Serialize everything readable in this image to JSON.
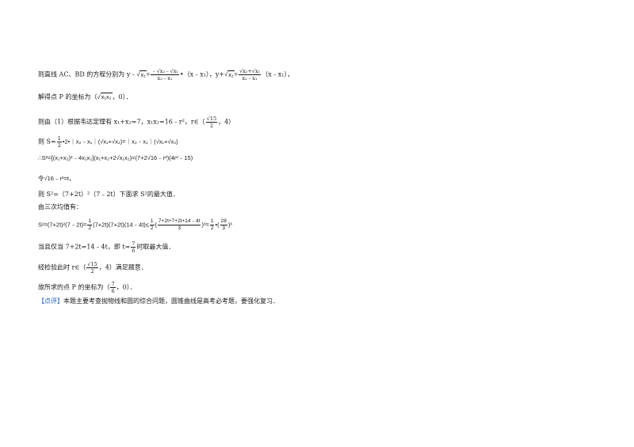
{
  "l1": {
    "intro": "则直线 AC、BD 的方程分别为 y﹣",
    "f1num": "﹣√x₂﹣√x₁",
    "f1den": "x₂﹣x₁",
    "mid": "•（x﹣x₁），y+",
    "f2num": "√x₂+√x₁",
    "f2den": "x₂﹣x₁",
    "tail": "（x﹣x₁），"
  },
  "l2": {
    "intro": "解得点 P 的坐标为（",
    "tail": "，0）．"
  },
  "l3": {
    "text": "则由（1）根据韦达定理有 x₁+x₂=7，x₁x₂=16﹣r²，",
    "r": "r∈（",
    "fnum": "√15",
    "fden": "2",
    "tail": "，4）"
  },
  "l4": {
    "a": "则 S=",
    "fnum": "1",
    "fden": "2",
    "b": "•2•｜x₂﹣x₁｜(√x₁+√x₂)=｜x₂﹣x₁｜(√x₁+√x₂)"
  },
  "l5": {
    "text": "∴S²=[(x₁+x₂)²﹣4x₁x₂](x₁+x₂+2√x₁x₂)=(7+2√16﹣r²)(4r²﹣15)"
  },
  "l6": {
    "text": "令√16﹣r²=t，"
  },
  "l7": {
    "text": "则 S²=（7+2t）²（7﹣2t）下面求 S²的最大值．"
  },
  "l8": {
    "text": "由三次均值有："
  },
  "l9": {
    "a": "S²=(7+2t)²(7﹣2t)=",
    "f1num": "1",
    "f1den": "2",
    "b": "(7+2t)(7+2t)(14﹣4t)≤",
    "f2num": "1",
    "f2den": "2",
    "c": "(",
    "f3num": "7+2t+7+2t+14﹣4t",
    "f3den": "3",
    "d": ")³=",
    "f4num": "1",
    "f4den": "2",
    "e": "•(",
    "f5num": "28",
    "f5den": "3",
    "f": ")³"
  },
  "l10": {
    "a": "当且仅当 7+2t=14﹣4t，即 t=",
    "fnum": "7",
    "fden": "6",
    "b": "时取最大值．"
  },
  "l11": {
    "a": "经检验此时 r∈（",
    "fnum": "√15",
    "fden": "2",
    "b": "，4）满足题意．"
  },
  "l12": {
    "a": "故所求的点 P 的坐标为（",
    "fnum": "7",
    "fden": "6",
    "b": "，0）．"
  },
  "l13": {
    "tag": "【点评】",
    "text": "本题主要考查抛物线和圆的综合问题，圆锥曲线是高考必考题，要强化复习．"
  },
  "colors": {
    "tag": "#1f5fbf",
    "text": "#1a1a1a"
  }
}
